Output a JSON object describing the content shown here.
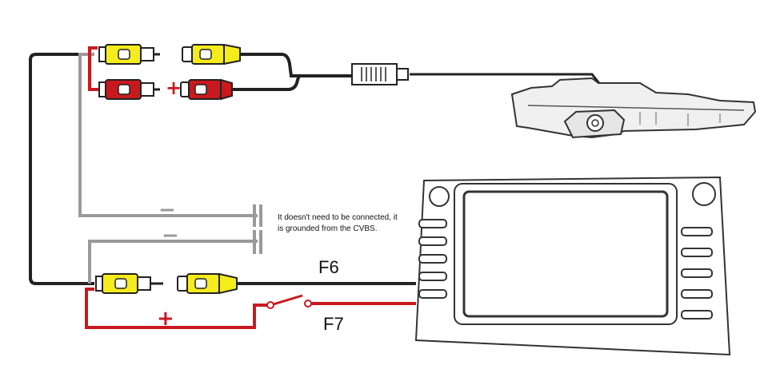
{
  "note": "It doesn't need to be connected, it is grounded from the CVBS.",
  "labels": {
    "f6": "F6",
    "f7": "F7"
  },
  "signs": {
    "minus": "−",
    "plus": "+"
  },
  "colors": {
    "video_yellow": "#f5ec1c",
    "power_red": "#c8191f",
    "ground_gray": "#9a9a9a",
    "cable_black": "#222222"
  },
  "components": {
    "camera": "rear-camera-icon",
    "head_unit": "car-stereo-icon",
    "connector": "rca-connector-icon",
    "switch": "switch-icon"
  }
}
